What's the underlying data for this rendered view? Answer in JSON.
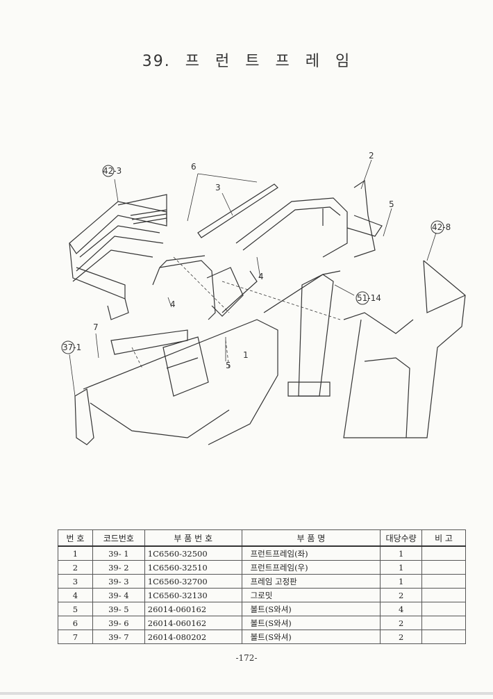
{
  "title": "39. 프 런 트 프 레 임",
  "callouts": {
    "c42_3": "42-3",
    "c6": "6",
    "c3": "3",
    "c2": "2",
    "c5a": "5",
    "c42_8": "42-8",
    "c4a": "4",
    "c51_14": "51-14",
    "c4b": "4",
    "c7": "7",
    "c37_1": "37-1",
    "c5b": "5",
    "c1": "1"
  },
  "table": {
    "headers": [
      "번 호",
      "코드번호",
      "부 품 번 호",
      "부 품 명",
      "대당수량",
      "비 고"
    ],
    "rows": [
      {
        "no": "1",
        "code": "39- 1",
        "part_no": "1C6560-32500",
        "name": "프런트프레임(좌)",
        "qty": "1",
        "note": ""
      },
      {
        "no": "2",
        "code": "39- 2",
        "part_no": "1C6560-32510",
        "name": "프런트프레임(우)",
        "qty": "1",
        "note": ""
      },
      {
        "no": "3",
        "code": "39- 3",
        "part_no": "1C6560-32700",
        "name": "프레임 고정판",
        "qty": "1",
        "note": ""
      },
      {
        "no": "4",
        "code": "39- 4",
        "part_no": "1C6560-32130",
        "name": "그로밋",
        "qty": "2",
        "note": ""
      },
      {
        "no": "5",
        "code": "39- 5",
        "part_no": "26014-060162",
        "name": "볼트(S와셔)",
        "qty": "4",
        "note": ""
      },
      {
        "no": "6",
        "code": "39- 6",
        "part_no": "26014-060162",
        "name": "볼트(S와셔)",
        "qty": "2",
        "note": ""
      },
      {
        "no": "7",
        "code": "39- 7",
        "part_no": "26014-080202",
        "name": "볼트(S와셔)",
        "qty": "2",
        "note": ""
      }
    ]
  },
  "page_number": "-172-"
}
